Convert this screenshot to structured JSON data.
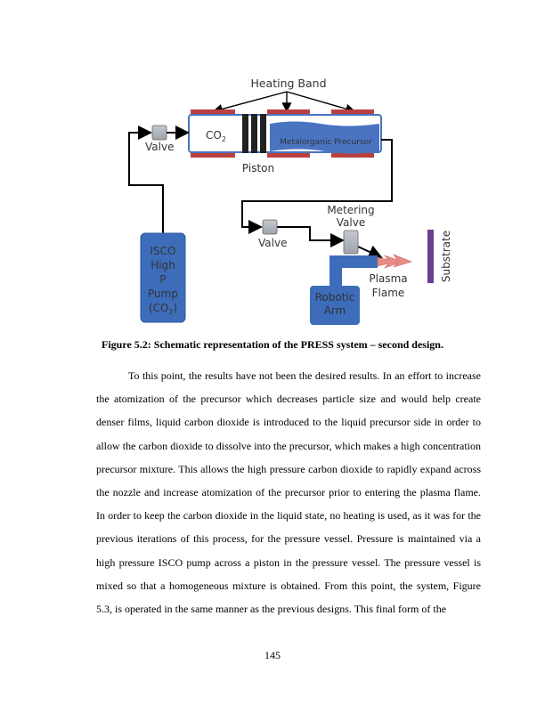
{
  "figure": {
    "labels": {
      "heating_band": "Heating Band",
      "co2": "CO",
      "co2_sub": "2",
      "precursor": "Metalorganic Precursor",
      "piston": "Piston",
      "valve_top": "Valve",
      "metering_line1": "Metering",
      "metering_line2": "Valve",
      "valve_lower": "Valve",
      "pump_lines": [
        "ISCO",
        "High",
        "P",
        "Pump"
      ],
      "pump_last": "(CO",
      "pump_last_sub": "2",
      "pump_last_end": ")",
      "plasma_line1": "Plasma",
      "plasma_line2": "Flame",
      "robotic_line1": "Robotic",
      "robotic_line2": "Arm",
      "substrate": "Substrate"
    },
    "colors": {
      "pump_blue": "#3d6dba",
      "precursor_blue": "#4a74c2",
      "heater_red": "#b8403f",
      "valve_gray": "#a9aeb6",
      "flame_pink": "#e98a84",
      "substrate_purple": "#6a3f8f"
    }
  },
  "caption": "Figure 5.2: Schematic representation of the PRESS system – second design.",
  "body_text": "To this point, the results have not been the desired results.  In an effort to increase the atomization of the precursor which decreases particle size and would help create denser films, liquid carbon dioxide is introduced to the liquid precursor side in order to allow the carbon dioxide to dissolve into the precursor, which makes a high concentration precursor mixture.  This allows the high pressure carbon dioxide to rapidly expand across the nozzle and increase atomization of the precursor prior to entering the plasma flame.  In order to keep the carbon dioxide in the liquid state, no heating is used, as it was for the previous iterations of this process, for the pressure vessel.  Pressure is maintained via a high pressure ISCO pump across a piston in the pressure vessel.  The pressure vessel is mixed so that a homogeneous mixture is obtained.  From this point, the system, Figure 5.3, is operated in the same manner as the previous designs.  This final form of the",
  "page_number": "145"
}
